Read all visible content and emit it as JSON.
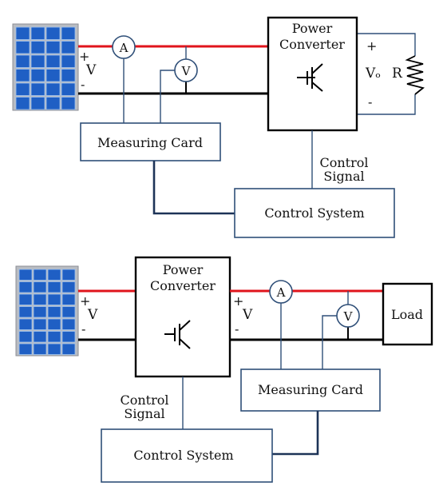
{
  "diagram1": {
    "converter_line1": "Power",
    "converter_line2": "Converter",
    "input_plus": "+",
    "input_v": "V",
    "input_minus": "-",
    "out_plus": "+",
    "out_v": "Vₒ",
    "out_minus": "-",
    "out_r": "R",
    "ammeter": "A",
    "voltmeter": "V",
    "measuring_card": "Measuring Card",
    "control_signal_line1": "Control",
    "control_signal_line2": "Signal",
    "control_system": "Control System"
  },
  "diagram2": {
    "converter_line1": "Power",
    "converter_line2": "Converter",
    "input_plus": "+",
    "input_v": "V",
    "input_minus": "-",
    "mid_plus": "+",
    "mid_v": "V",
    "mid_minus": "-",
    "ammeter": "A",
    "voltmeter": "V",
    "load": "Load",
    "measuring_card": "Measuring Card",
    "control_signal_line1": "Control",
    "control_signal_line2": "Signal",
    "control_system": "Control System"
  },
  "colors": {
    "positive_wire": "#e0141c",
    "negative_wire": "#000000",
    "signal_wire": "#2f4f78",
    "solar_cell": "#1f5fc4"
  }
}
